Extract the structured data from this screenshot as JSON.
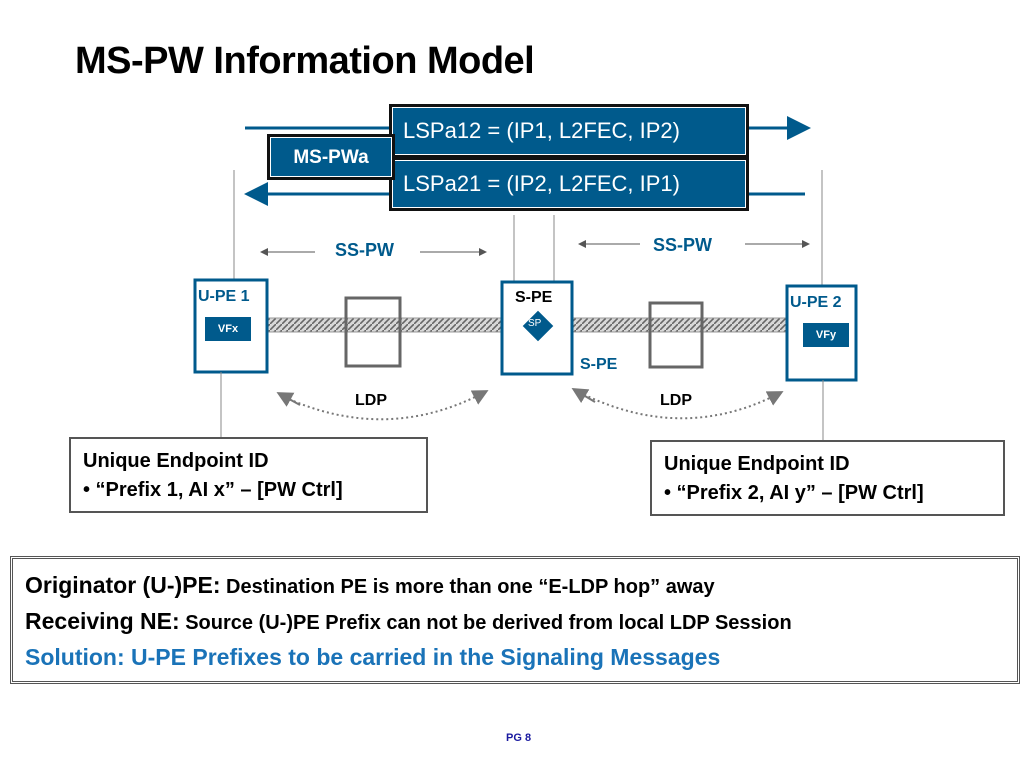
{
  "title": "MS-PW Information Model",
  "lsp_top": "LSPa12 = (IP1, L2FEC, IP2)",
  "lsp_bottom": "LSPa21 = (IP2, L2FEC, IP1)",
  "mspw_label": "MS-PWa",
  "sspw_left": "SS-PW",
  "sspw_right": "SS-PW",
  "nodes": {
    "upe1": "U-PE 1",
    "spe_top": "S-PE",
    "spe_bottom": "S-PE",
    "upe2": "U-PE 2",
    "vfx": "VFx",
    "vfy": "VFy",
    "sp": "SP"
  },
  "ldp_left": "LDP",
  "ldp_right": "LDP",
  "endpoint_left": {
    "line1": "Unique Endpoint ID",
    "line2": "• “Prefix 1, AI x” – [PW Ctrl]"
  },
  "endpoint_right": {
    "line1": "Unique Endpoint ID",
    "line2": "• “Prefix 2, AI y” – [PW Ctrl]"
  },
  "bottom": {
    "originator_lead": "Originator (U-)PE:",
    "originator_text": " Destination PE is more than one “E-LDP hop” away",
    "receiving_lead": "Receiving NE:",
    "receiving_text": " Source (U-)PE Prefix can not be derived from local LDP Session",
    "solution": "Solution: U-PE Prefixes to be carried in the Signaling Messages"
  },
  "page_number": "PG 8",
  "colors": {
    "accent": "#005a8c",
    "solution": "#1a73b8"
  }
}
